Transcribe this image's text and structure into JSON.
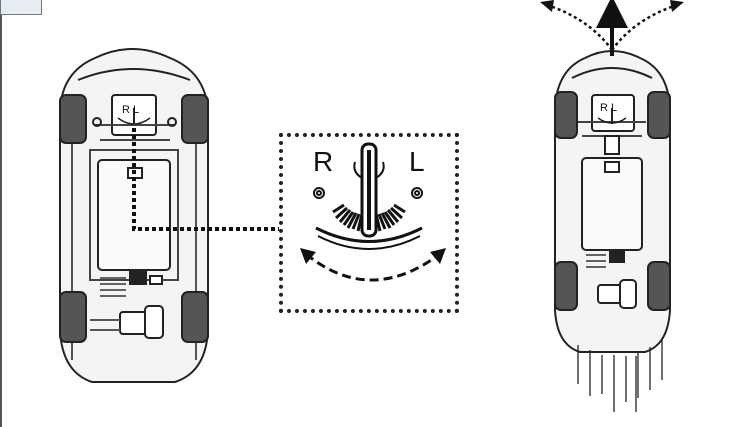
{
  "detail": {
    "label_right": "R",
    "label_left": "L"
  },
  "car_left": {
    "dial_text": "R  L"
  },
  "car_right": {
    "dial_text": "R  L"
  }
}
